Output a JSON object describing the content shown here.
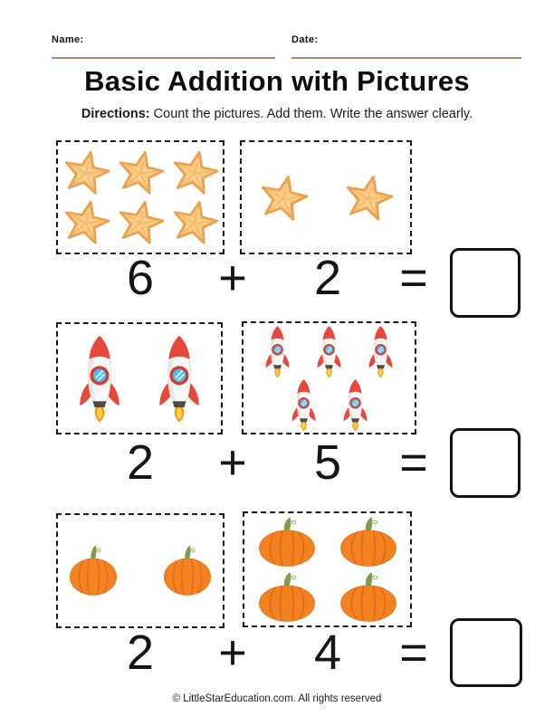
{
  "header": {
    "name_label": "Name:",
    "date_label": "Date:"
  },
  "title": "Basic Addition with Pictures",
  "directions": {
    "label": "Directions:",
    "text": " Count the pictures. Add them. Write the answer clearly."
  },
  "operators": {
    "plus": "+",
    "equals": "="
  },
  "problems": [
    {
      "icon": "starfish",
      "addend1": "6",
      "addend2": "2",
      "answer": ""
    },
    {
      "icon": "rocket",
      "addend1": "2",
      "addend2": "5",
      "answer": ""
    },
    {
      "icon": "pumpkin",
      "addend1": "2",
      "addend2": "4",
      "answer": ""
    }
  ],
  "footer": "© LittleStarEducation.com. All rights reserved",
  "colors": {
    "field_line": "#b2876a",
    "starfish_fill": "#fbca80",
    "starfish_outline": "#eca14e",
    "rocket_red": "#e8483a",
    "rocket_window_blue": "#49bff2",
    "flame_orange": "#f7941d",
    "flame_yellow": "#ffd23f",
    "pumpkin_orange": "#f58220",
    "pumpkin_ridge": "#d8661a",
    "stem_green": "#7e9c50",
    "border_black": "#1b1b1b"
  }
}
